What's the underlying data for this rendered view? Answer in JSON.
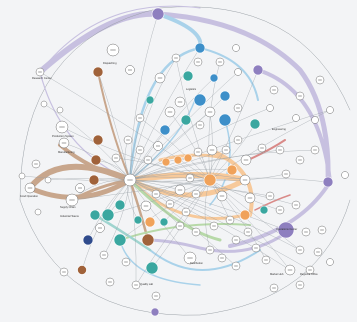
{
  "colors": {
    "background": "#f3f4f6",
    "purple": "#8e7fbf",
    "purple_light": "#c7c0e0",
    "teal": "#3aa7a0",
    "blue": "#3d8fc9",
    "blue_light": "#a9d2ea",
    "orange": "#f0a25a",
    "orange_light": "#f7c99a",
    "brown": "#a0623a",
    "brown_light": "#c8a68c",
    "green": "#6fae5c",
    "navy": "#2f4b8c",
    "red": "#c0504d",
    "gray": "#9aa0a6",
    "node_fill": "#ffffff",
    "node_stroke": "#5c5c5c"
  },
  "labels": {
    "research_center": "Research Center",
    "dispatching": "Dispatching",
    "hub_left": "Production System",
    "food_operation": "Food Operation",
    "supply_chain": "Supply Chain",
    "manufacturing": "Manufacturing",
    "industrial_teams": "Industrial Teams",
    "logistics": "Logistics",
    "engineering": "Engineering",
    "distribution": "Distribution",
    "operations_center": "Operations Center",
    "market_hub": "Market Hub",
    "regional_office": "Regional Office",
    "quality_lab": "Quality Lab"
  }
}
